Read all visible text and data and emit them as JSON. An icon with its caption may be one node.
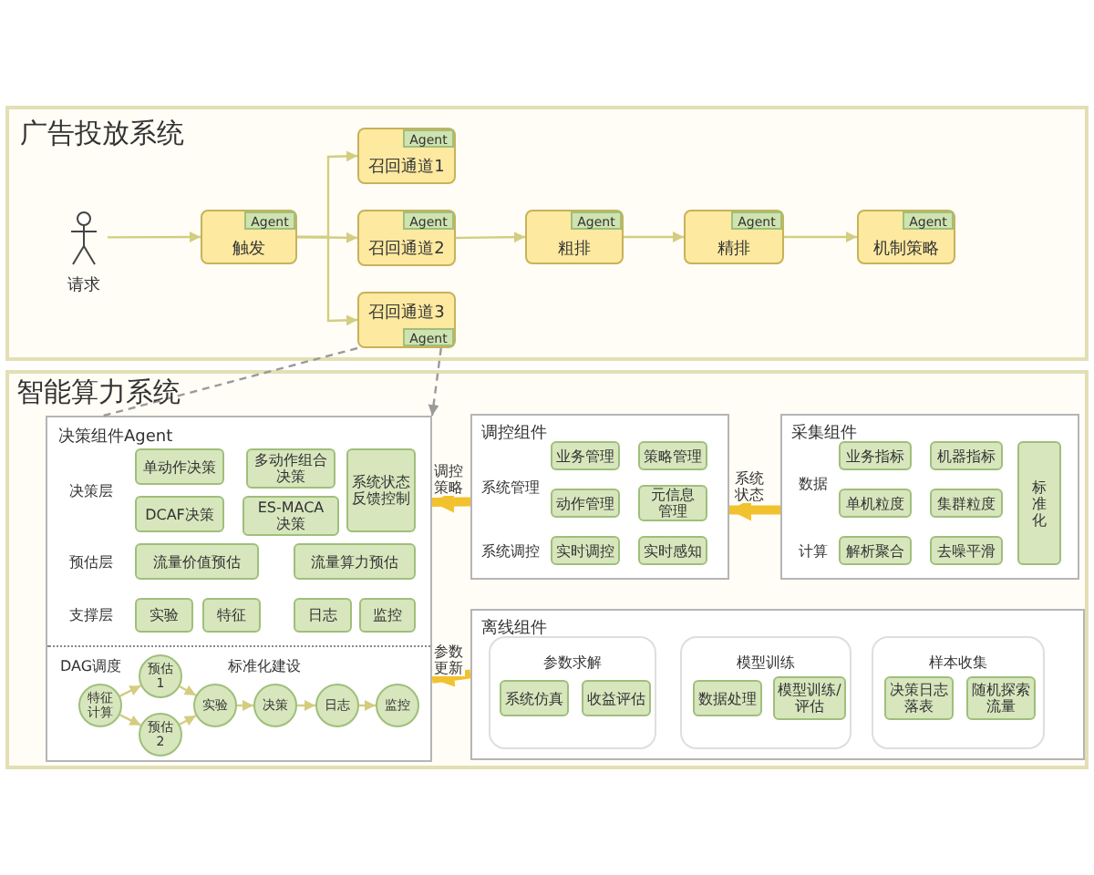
{
  "diagram": {
    "nodes": [
      {
        "text": [
          "广告投放系统"
        ]
      },
      {
        "text": [
          "请求"
        ],
        "in": 0
      },
      {
        "text": [
          "Agent",
          "触发"
        ],
        "in": 0
      },
      {
        "text": [
          "Agent",
          "召回通道1"
        ],
        "in": 0
      },
      {
        "text": [
          "Agent",
          "召回通道2"
        ],
        "in": 0
      },
      {
        "text": [
          "召回通道3",
          "Agent"
        ],
        "in": 0
      },
      {
        "text": [
          "Agent",
          "粗排"
        ],
        "in": 0
      },
      {
        "text": [
          "Agent",
          "精排"
        ],
        "in": 0
      },
      {
        "text": [
          "Agent",
          "机制策略"
        ],
        "in": 0
      },
      {
        "text": [
          "智能算力系统"
        ]
      },
      {
        "text": [
          "决策组件Agent"
        ],
        "in": 9
      },
      {
        "text": [
          "单动作决策"
        ],
        "in": 10
      },
      {
        "text": [
          "多动作组合决策"
        ],
        "in": 10
      },
      {
        "text": [
          "系统状态反馈控制"
        ],
        "in": 10
      },
      {
        "text": [
          "DCAF决策"
        ],
        "in": 10
      },
      {
        "text": [
          "ES-MACA决策"
        ],
        "in": 10
      },
      {
        "text": [
          "流量价值预估"
        ],
        "in": 10
      },
      {
        "text": [
          "流量算力预估"
        ],
        "in": 10
      },
      {
        "text": [
          "实验"
        ],
        "in": 10
      },
      {
        "text": [
          "特征"
        ],
        "in": 10
      },
      {
        "text": [
          "日志"
        ],
        "in": 10
      },
      {
        "text": [
          "监控"
        ],
        "in": 10
      },
      {
        "text": [
          "特征计算"
        ],
        "in": 10
      },
      {
        "text": [
          "预估1"
        ],
        "in": 10
      },
      {
        "text": [
          "预估2"
        ],
        "in": 10
      },
      {
        "text": [
          "实验"
        ],
        "in": 10
      },
      {
        "text": [
          "决策"
        ],
        "in": 10
      },
      {
        "text": [
          "日志"
        ],
        "in": 10
      },
      {
        "text": [
          "监控"
        ],
        "in": 10
      },
      {
        "text": [
          "调控组件"
        ],
        "in": 9
      },
      {
        "text": [
          "业务管理"
        ],
        "in": 29
      },
      {
        "text": [
          "策略管理"
        ],
        "in": 29
      },
      {
        "text": [
          "动作管理"
        ],
        "in": 29
      },
      {
        "text": [
          "元信息管理"
        ],
        "in": 29
      },
      {
        "text": [
          "实时调控"
        ],
        "in": 29
      },
      {
        "text": [
          "实时感知"
        ],
        "in": 29
      },
      {
        "text": [
          "采集组件"
        ],
        "in": 9
      },
      {
        "text": [
          "业务指标"
        ],
        "in": 36
      },
      {
        "text": [
          "机器指标"
        ],
        "in": 36
      },
      {
        "text": [
          "标准化"
        ],
        "in": 36
      },
      {
        "text": [
          "单机粒度"
        ],
        "in": 36
      },
      {
        "text": [
          "集群粒度"
        ],
        "in": 36
      },
      {
        "text": [
          "解析聚合"
        ],
        "in": 36
      },
      {
        "text": [
          "去噪平滑"
        ],
        "in": 36
      },
      {
        "text": [
          "离线组件"
        ],
        "in": 9
      },
      {
        "text": [
          "参数求解"
        ],
        "in": 44
      },
      {
        "text": [
          "系统仿真"
        ],
        "in": 45
      },
      {
        "text": [
          "收益评估"
        ],
        "in": 45
      },
      {
        "text": [
          "模型训练"
        ],
        "in": 44
      },
      {
        "text": [
          "数据处理"
        ],
        "in": 48
      },
      {
        "text": [
          "模型训练/评估"
        ],
        "in": 48
      },
      {
        "text": [
          "样本收集"
        ],
        "in": 44
      },
      {
        "text": [
          "决策日志落表"
        ],
        "in": 51
      },
      {
        "text": [
          "随机探索流量"
        ],
        "in": 51
      }
    ],
    "edges": [
      {
        "from": 1,
        "to": 2,
        "arrow": "to"
      },
      {
        "from": 2,
        "to": 3,
        "arrow": "to"
      },
      {
        "from": 2,
        "to": 4,
        "arrow": "to"
      },
      {
        "from": 2,
        "to": 5,
        "arrow": "to"
      },
      {
        "from": 4,
        "to": 6,
        "arrow": "to"
      },
      {
        "from": 6,
        "to": 7,
        "arrow": "to"
      },
      {
        "from": 7,
        "to": 8,
        "arrow": "to"
      },
      {
        "from": 5,
        "to": 10,
        "arrow": "none",
        "style": "dashed",
        "color": "#9a9a9a"
      },
      {
        "from": 5,
        "to": 10,
        "arrow": "to",
        "style": "dashed",
        "color": "#9a9a9a"
      },
      {
        "from": 29,
        "to": 10,
        "arrow": "to",
        "label": "调控策略",
        "style": "thick",
        "color": "#f2c12e"
      },
      {
        "from": 36,
        "to": 29,
        "arrow": "to",
        "label": "系统状态",
        "style": "thick",
        "color": "#f2c12e"
      },
      {
        "from": 44,
        "to": 10,
        "arrow": "to",
        "label": "参数更新",
        "style": "thick",
        "color": "#f2c12e"
      },
      {
        "from": 22,
        "to": 23,
        "arrow": "to"
      },
      {
        "from": 22,
        "to": 24,
        "arrow": "to"
      },
      {
        "from": 23,
        "to": 25,
        "arrow": "to"
      },
      {
        "from": 24,
        "to": 25,
        "arrow": "to"
      },
      {
        "from": 25,
        "to": 26,
        "arrow": "to"
      },
      {
        "from": 26,
        "to": 27,
        "arrow": "to"
      },
      {
        "from": 27,
        "to": 28,
        "arrow": "to"
      }
    ],
    "labels": [
      "决策层",
      "预估层",
      "支撑层",
      "DAG调度",
      "标准化建设",
      "系统管理",
      "系统调控",
      "数据",
      "计算"
    ]
  }
}
